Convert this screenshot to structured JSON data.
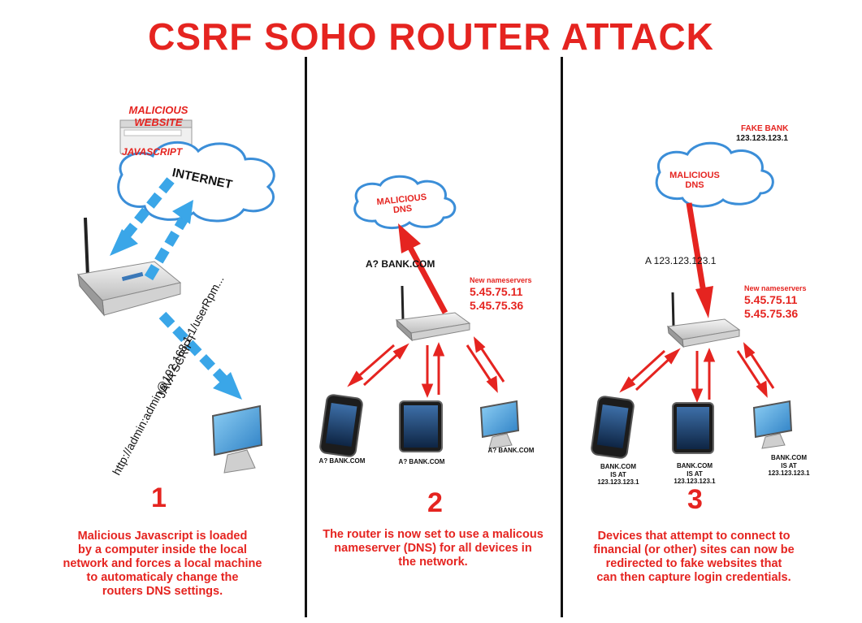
{
  "title": "CSRF SOHO ROUTER ATTACK",
  "panel1": {
    "malicious_website": "MALICIOUS\nWEBSITE",
    "javascript": "JAVASCRIPT",
    "internet": "INTERNET",
    "java_script_label": "JAVA SCRIPT",
    "url": "http://admin:admin@192.168.1.1/userRpm...",
    "number": "1",
    "description": "Malicious Javascript is loaded\nby a computer inside the local\nnetwork and forces a local machine\nto automaticaly change the\nrouters DNS settings."
  },
  "panel2": {
    "cloud": "MALICIOUS\nDNS",
    "query": "A? BANK.COM",
    "ns_heading": "New nameservers",
    "ns1": "5.45.75.11",
    "ns2": "5.45.75.36",
    "phone_query": "A? BANK.COM",
    "tablet_query": "A? BANK.COM",
    "monitor_query": "A? BANK.COM",
    "number": "2",
    "description": "The router is now set to use a malicous\nnameserver (DNS) for all devices in\nthe network."
  },
  "panel3": {
    "fake_bank": "FAKE BANK",
    "fake_bank_ip": "123.123.123.1",
    "cloud": "MALICIOUS\nDNS",
    "answer": "A 123.123.123.1",
    "ns_heading": "New nameservers",
    "ns1": "5.45.75.11",
    "ns2": "5.45.75.36",
    "phone_answer": "BANK.COM\nIS AT\n123.123.123.1",
    "tablet_answer": "BANK.COM\nIS AT\n123.123.123.1",
    "monitor_answer": "BANK.COM\nIS AT\n123.123.123.1",
    "number": "3",
    "description": "Devices that attempt to connect to\nfinancial (or other) sites can now be\nredirected to fake websites that\ncan then capture login credentials."
  },
  "colors": {
    "accent_red": "#e52420",
    "blue_arrow": "#3aa6e8",
    "cloud_blue": "#3b8ed8"
  }
}
